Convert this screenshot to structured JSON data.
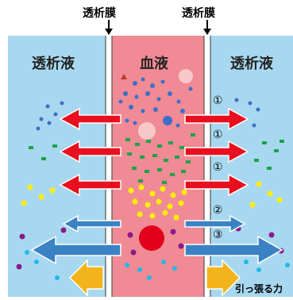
{
  "labels": {
    "membrane_left": "透析膜",
    "membrane_right": "透析膜",
    "dialysate_left": "透析液",
    "blood": "血液",
    "dialysate_right": "透析液",
    "pull_force": "引っ張る力"
  },
  "mechanism_numbers": [
    "①",
    "①",
    "①",
    "②",
    "③"
  ],
  "colors": {
    "dialysate": "#a8d8f0",
    "blood": "#f08a94",
    "membrane": "#ffffff",
    "membrane_edge": "#555555",
    "red_arrow": "#e8101e",
    "blue_arrow": "#3b82c4",
    "yellow_arrow": "#f2b31b",
    "particle_blue": "#3d6fc9",
    "particle_green": "#1aa34a",
    "particle_yellow": "#ffee00",
    "particle_purple": "#8a1a8a",
    "particle_cyan": "#22b8e8",
    "red_cell": "#e0001a",
    "pink_cell": "#f8c8c8"
  }
}
